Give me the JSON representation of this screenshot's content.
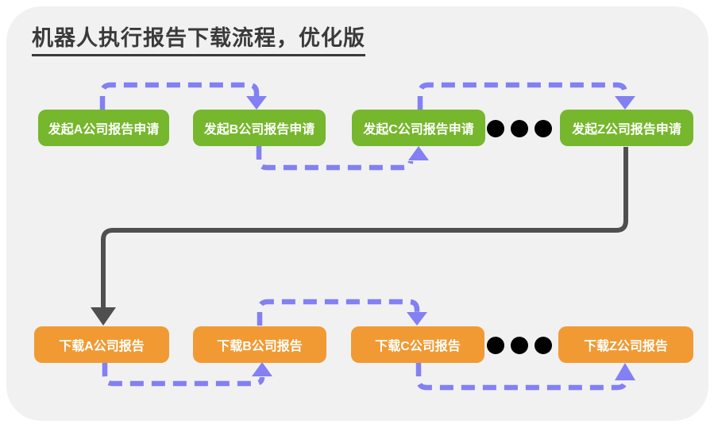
{
  "title": "机器人执行报告下载流程，优化版",
  "colors": {
    "page": "#FFFFFF",
    "background": "#F1F1F1",
    "request_node": "#76B72D",
    "download_node": "#F19A33",
    "arrow_dashed": "#8280F2",
    "arrow_solid": "#4F4F4F",
    "node_text": "#FFFFFF",
    "title_text": "#3A3A3A",
    "ellipsis": "#000000"
  },
  "request_row": {
    "nodes": [
      {
        "label": "发起A公司报告申请"
      },
      {
        "label": "发起B公司报告申请"
      },
      {
        "label": "发起C公司报告申请"
      },
      {
        "label": "发起Z公司报告申请"
      }
    ]
  },
  "download_row": {
    "nodes": [
      {
        "label": "下载A公司报告"
      },
      {
        "label": "下载B公司报告"
      },
      {
        "label": "下载C公司报告"
      },
      {
        "label": "下载Z公司报告"
      }
    ]
  },
  "edges": [
    {
      "from": "发起A公司报告申请",
      "to": "发起B公司报告申请",
      "style": "dashed"
    },
    {
      "from": "发起B公司报告申请",
      "to": "发起C公司报告申请",
      "style": "dashed"
    },
    {
      "from": "发起C公司报告申请",
      "to": "发起Z公司报告申请",
      "style": "dashed"
    },
    {
      "from": "发起Z公司报告申请",
      "to": "下载A公司报告",
      "style": "solid"
    },
    {
      "from": "下载A公司报告",
      "to": "下载B公司报告",
      "style": "dashed"
    },
    {
      "from": "下载B公司报告",
      "to": "下载C公司报告",
      "style": "dashed"
    },
    {
      "from": "下载C公司报告",
      "to": "下载Z公司报告",
      "style": "dashed"
    }
  ]
}
